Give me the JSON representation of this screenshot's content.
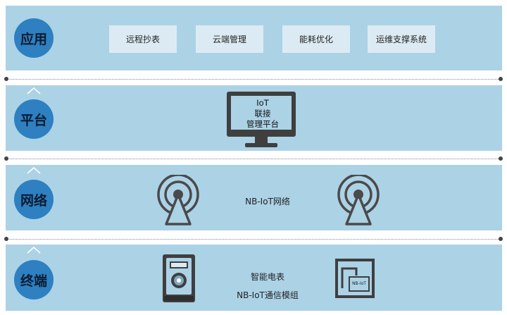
{
  "layers": {
    "app": {
      "title": "应用",
      "items": [
        "远程抄表",
        "云端管理",
        "能耗优化",
        "运维支撑系统"
      ]
    },
    "platform": {
      "title": "平台",
      "monitor_lines": [
        "IoT",
        "联接",
        "管理平台"
      ]
    },
    "network": {
      "title": "网络",
      "label": "NB-IoT网络"
    },
    "terminal": {
      "title": "终端",
      "label_1": "智能电表",
      "label_2": "NB-IoT通信模组",
      "chip_text": "NB-IoT"
    }
  },
  "colors": {
    "layer_bg": "#acd2e6",
    "circle": "#2e80c0",
    "box_bg": "#dcebf3",
    "icon": "#4a4a4a"
  }
}
